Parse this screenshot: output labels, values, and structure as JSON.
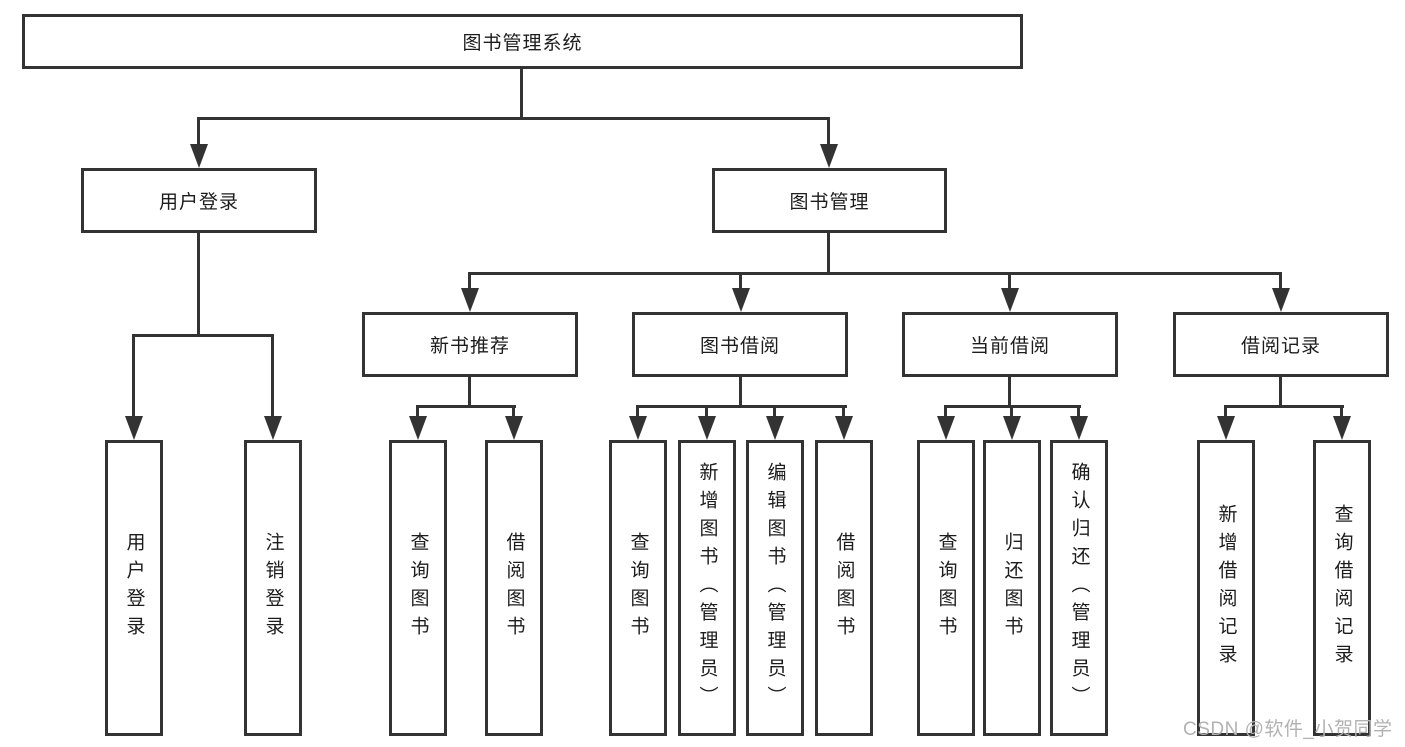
{
  "diagram_type": "hierarchy-tree",
  "colors": {
    "line": "#333333",
    "text": "#1c1c1c",
    "background": "#ffffff",
    "watermark": "#b2b2b2"
  },
  "tree": {
    "label": "图书管理系统",
    "children": [
      {
        "label": "用户登录",
        "children": [
          {
            "label": "用户登录"
          },
          {
            "label": "注销登录"
          }
        ]
      },
      {
        "label": "图书管理",
        "children": [
          {
            "label": "新书推荐",
            "children": [
              {
                "label": "查询图书"
              },
              {
                "label": "借阅图书"
              }
            ]
          },
          {
            "label": "图书借阅",
            "children": [
              {
                "label": "查询图书"
              },
              {
                "label": "新增图书（管理员）"
              },
              {
                "label": "编辑图书（管理员）"
              },
              {
                "label": "借阅图书"
              }
            ]
          },
          {
            "label": "当前借阅",
            "children": [
              {
                "label": "查询图书"
              },
              {
                "label": "归还图书"
              },
              {
                "label": "确认归还（管理员）"
              }
            ]
          },
          {
            "label": "借阅记录",
            "children": [
              {
                "label": "新增借阅记录"
              },
              {
                "label": "查询借阅记录"
              }
            ]
          }
        ]
      }
    ]
  },
  "watermark": "CSDN @软件_小贺同学"
}
